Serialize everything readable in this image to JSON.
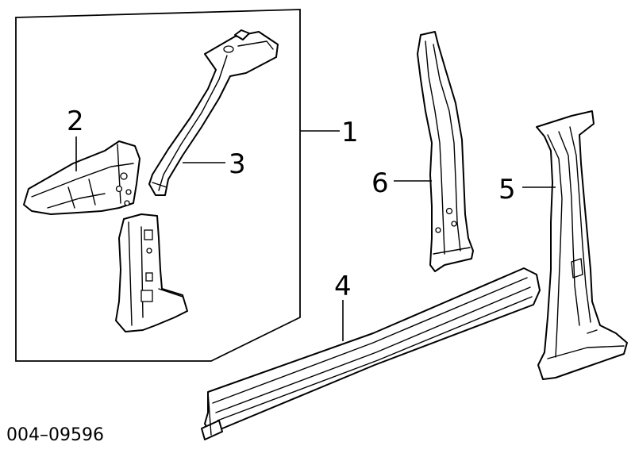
{
  "diagram": {
    "reference_number": "004–09596",
    "callouts": {
      "c1": "1",
      "c2": "2",
      "c3": "3",
      "c4": "4",
      "c5": "5",
      "c6": "6"
    }
  }
}
